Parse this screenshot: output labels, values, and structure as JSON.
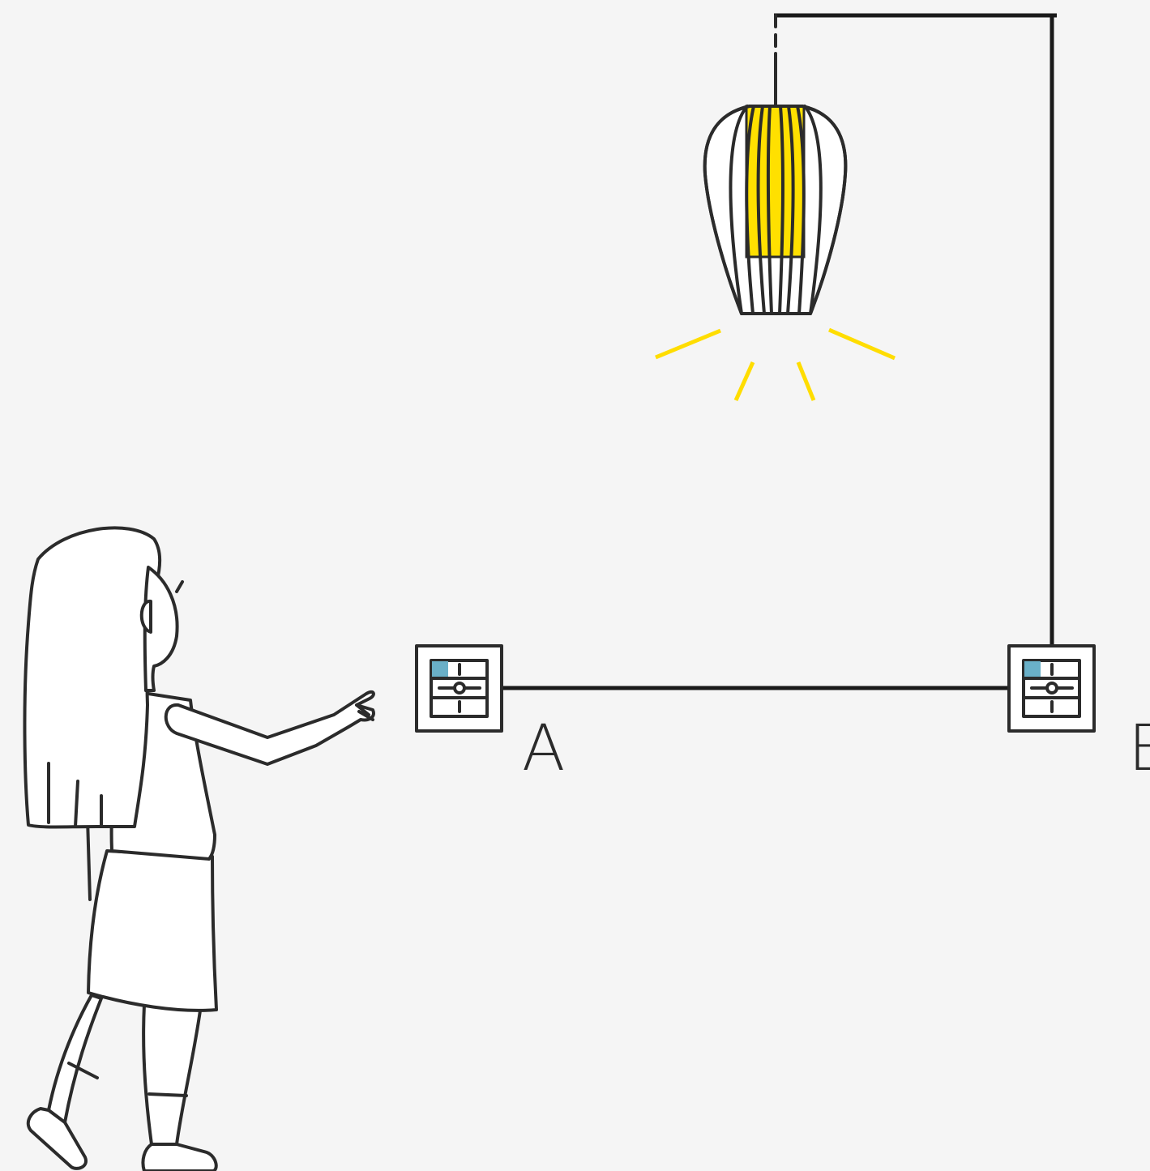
{
  "diagram": {
    "switches": [
      {
        "id": "a",
        "label": "A"
      },
      {
        "id": "b",
        "label": "B"
      }
    ],
    "colors": {
      "background": "#f5f5f5",
      "ink": "#2b2b2b",
      "wire": "#1a1a1a",
      "lamp_glow": "#ffe000",
      "light_rays": "#ffdd00",
      "switch_indicator": "#6ab0c8"
    },
    "lamp": {
      "state": "on"
    },
    "icons": [
      "girl-figure",
      "pendant-lamp-icon",
      "light-switch-icon"
    ]
  }
}
